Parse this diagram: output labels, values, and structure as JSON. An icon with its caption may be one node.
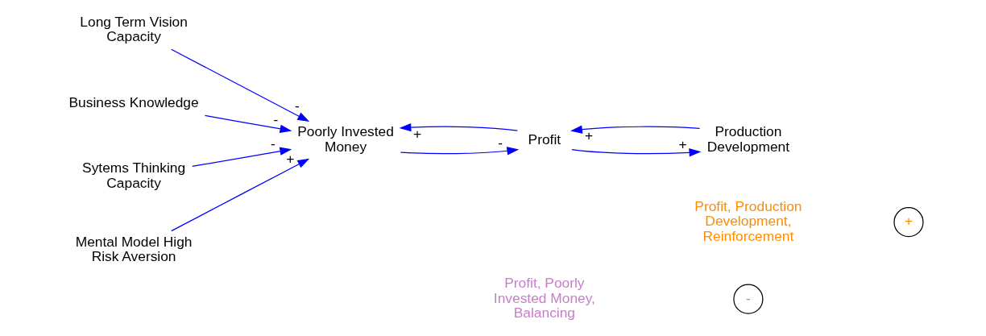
{
  "diagram": {
    "nodes": [
      {
        "text": [
          "Long Term Vision Capacity"
        ]
      },
      {
        "text": [
          "Business Knowledge"
        ]
      },
      {
        "text": [
          "Sytems Thinking Capacity"
        ]
      },
      {
        "text": [
          "Mental Model High Risk Aversion"
        ]
      },
      {
        "text": [
          "Poorly Invested Money"
        ]
      },
      {
        "text": [
          "Profit"
        ]
      },
      {
        "text": [
          "Production Development"
        ]
      }
    ],
    "edges": [
      {
        "from": 0,
        "to": 4,
        "arrow": "to",
        "label": "-"
      },
      {
        "from": 1,
        "to": 4,
        "arrow": "to",
        "label": "-"
      },
      {
        "from": 2,
        "to": 4,
        "arrow": "to",
        "label": "-"
      },
      {
        "from": 3,
        "to": 4,
        "arrow": "to",
        "label": "+"
      },
      {
        "from": 5,
        "to": 4,
        "arrow": "to",
        "label": "+"
      },
      {
        "from": 4,
        "to": 5,
        "arrow": "to",
        "label": "-"
      },
      {
        "from": 5,
        "to": 6,
        "arrow": "to",
        "label": "+"
      },
      {
        "from": 6,
        "to": 5,
        "arrow": "to",
        "label": "+"
      }
    ],
    "labels": [
      "Profit, Poorly Invested Money, Balancing",
      "-",
      "Profit, Production Development, Reinforcement",
      "+"
    ]
  }
}
